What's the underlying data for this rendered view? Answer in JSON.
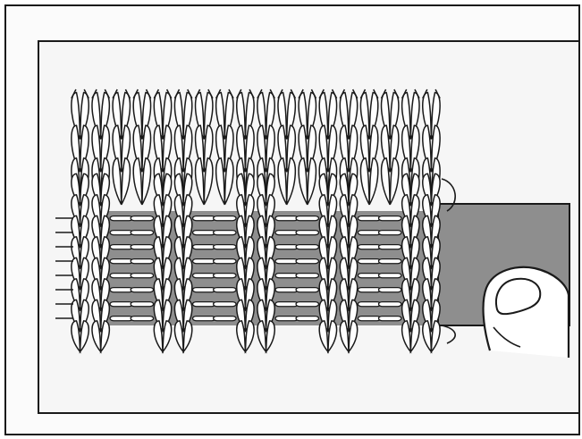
{
  "figure": {
    "kind": "knitting-illustration",
    "colors": {
      "ink": "#1a1a1a",
      "yarn": "#ffffff",
      "strip": "#8e8e8e",
      "paper": "#f6f6f6",
      "outer_paper": "#fbfbfb"
    },
    "knitting": {
      "stitch_columns": 18,
      "rows_above_strip": 3,
      "rows_through_strip": 8,
      "strip_passes_behind_columns": [
        2,
        3,
        6,
        7,
        10,
        11,
        14,
        15
      ]
    },
    "icons": [
      "thumb-icon",
      "hand-icon"
    ]
  }
}
